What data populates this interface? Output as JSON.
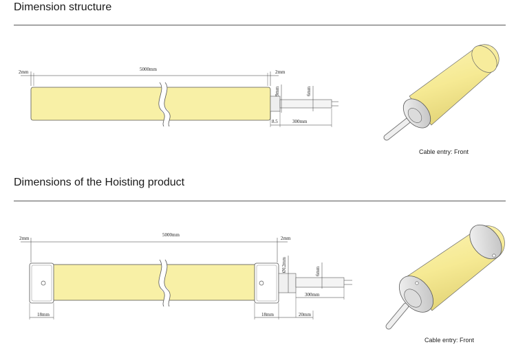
{
  "section1": {
    "title": "Dimension structure",
    "dims": {
      "left_gap": "2mm",
      "length": "5000mm",
      "right_gap": "2mm",
      "height": "9mm",
      "cable_dia": "6mm",
      "cap_len": "8.5",
      "cable_len": "300mm"
    },
    "caption": "Cable entry: Front"
  },
  "section2": {
    "title": "Dimensions of the Hoisting product",
    "dims": {
      "left_gap": "2mm",
      "length": "5000mm",
      "right_gap": "2mm",
      "height": "Ø12mm",
      "cable_dia": "6mm",
      "cable_len": "300mm",
      "left_bracket": "18mm",
      "right_bracket": "18mm",
      "cap_len": "20mm"
    },
    "caption": "Cable entry: Front"
  },
  "colors": {
    "tube_fill": "#f8f0a6",
    "tube_shade": "#e9dc82",
    "line": "#333333",
    "metal": "#e6e6e6"
  }
}
